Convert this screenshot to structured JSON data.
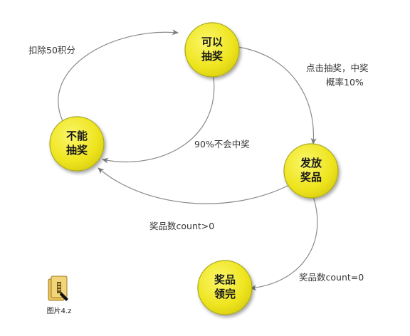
{
  "diagram": {
    "states": [
      {
        "id": "can_draw",
        "line1": "可以",
        "line2": "抽奖"
      },
      {
        "id": "cannot_draw",
        "line1": "不能",
        "line2": "抽奖"
      },
      {
        "id": "dispense",
        "line1": "发放",
        "line2": "奖品"
      },
      {
        "id": "prizes_out",
        "line1": "奖品",
        "line2": "领完"
      }
    ],
    "transitions": [
      {
        "from": "cannot_draw",
        "to": "can_draw",
        "label": "扣除50积分"
      },
      {
        "from": "can_draw",
        "to": "dispense",
        "label_line1": "点击抽奖，中奖",
        "label_line2": "概率10%"
      },
      {
        "from": "can_draw",
        "to": "cannot_draw",
        "label": "90%不会中奖"
      },
      {
        "from": "dispense",
        "to": "cannot_draw",
        "label": "奖品数count>0"
      },
      {
        "from": "dispense",
        "to": "prizes_out",
        "label": "奖品数count=0"
      }
    ]
  },
  "file_icon": {
    "label": "图片4.z",
    "icon": "folder-file-icon"
  },
  "colors": {
    "node_fill": "#f4ee2b",
    "node_stroke": "#a8a81c",
    "arrow": "#7a7a7a"
  }
}
